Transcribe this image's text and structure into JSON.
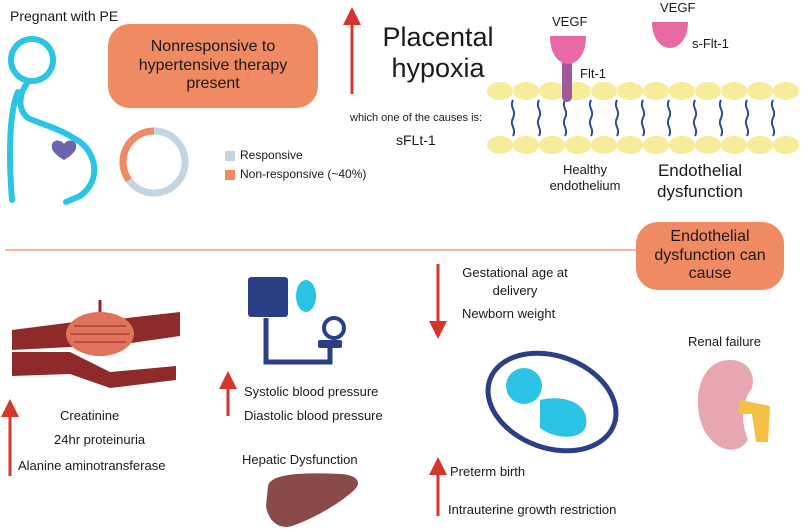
{
  "top": {
    "pregnant_label": "Pregnant with PE",
    "nonresponsive_box": "Nonresponsive to hypertensive therapy present",
    "donut": {
      "legend": [
        {
          "label": "Responsive",
          "color": "#c3d4e2"
        },
        {
          "label": "Non-responsive (~40%)",
          "color": "#f08a63"
        }
      ],
      "nonresponsive_fraction": 0.4
    },
    "placental_title": "Placental hypoxia",
    "causes_text": "which one of the causes is:",
    "sflt_text": "sFLt-1",
    "vegf_left": "VEGF",
    "flt1": "Flt-1",
    "vegf_right": "VEGF",
    "sflt1": "s-Flt-1",
    "healthy_label": "Healthy endothelium",
    "endothelial_dysfunction": "Endothelial dysfunction"
  },
  "bottom": {
    "can_cause_box": "Endothelial dysfunction can cause",
    "creatinine": "Creatinine",
    "proteinuria": "24hr proteinuria",
    "alt": "Alanine aminotransferase",
    "systolic": "Systolic blood pressure",
    "diastolic": "Diastolic blood pressure",
    "hepatic": "Hepatic Dysfunction",
    "gestational_age": "Gestational age at delivery",
    "newborn_weight": "Newborn weight",
    "renal_failure": "Renal failure",
    "preterm": "Preterm birth",
    "iugr": "Intrauterine growth restriction"
  },
  "colors": {
    "accent_orange": "#f08a63",
    "arrow_red": "#d4362b",
    "cyan": "#2cc4e4",
    "membrane_yellow": "#f6ec9a",
    "membrane_blue": "#2c4f8c",
    "vegf_pink": "#e869a3",
    "receptor_purple": "#a05a9a",
    "muscle_red": "#8e2a2a",
    "liver_brown": "#8b4a4a",
    "monitor_navy": "#2b3f87"
  }
}
